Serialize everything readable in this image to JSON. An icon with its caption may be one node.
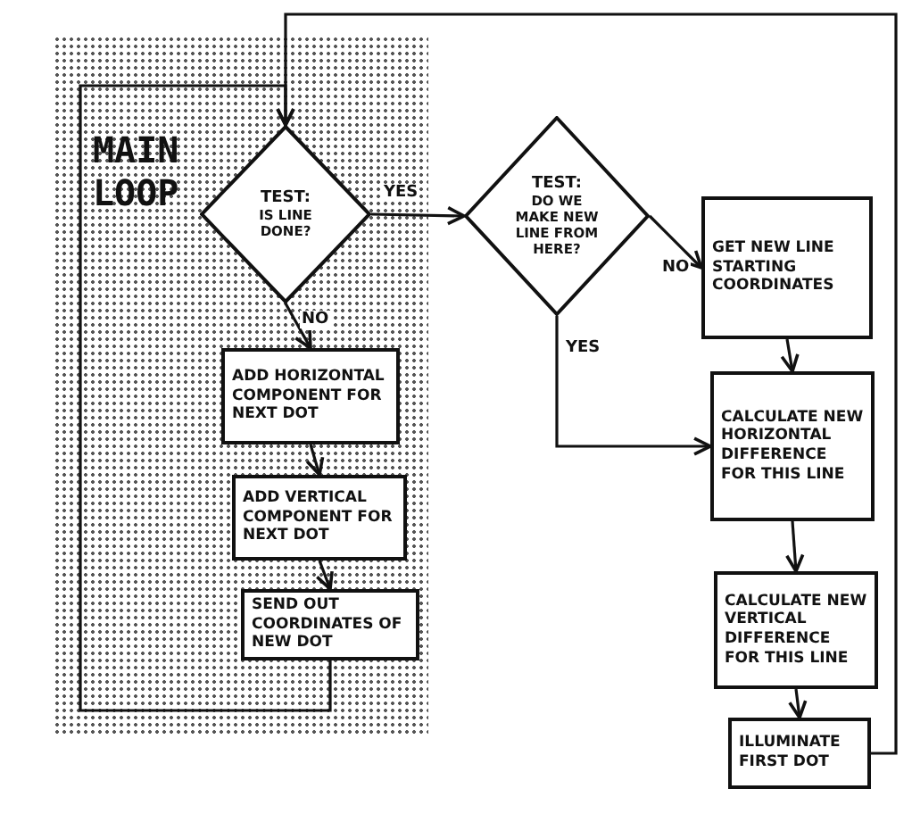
{
  "diagram": {
    "nodes": [
      {
        "text": [
          "MAIN LOOP"
        ]
      },
      {
        "text": [
          "TEST:",
          "IS LINE DONE?"
        ],
        "in": 0
      },
      {
        "text": [
          "ADD HORIZONTAL COMPONENT FOR NEXT DOT"
        ],
        "in": 0
      },
      {
        "text": [
          "ADD VERTICAL COMPONENT FOR NEXT DOT"
        ],
        "in": 0
      },
      {
        "text": [
          "SEND OUT COORDINATES OF NEW DOT"
        ],
        "in": 0
      },
      {
        "text": [
          "TEST:",
          "DO WE MAKE NEW LINE FROM HERE?"
        ]
      },
      {
        "text": [
          "GET NEW LINE STARTING COORDINATES"
        ]
      },
      {
        "text": [
          "CALCULATE NEW HORIZONTAL DIFFERENCE FOR THIS LINE"
        ]
      },
      {
        "text": [
          "CALCULATE NEW VERTICAL DIFFERENCE FOR THIS LINE"
        ]
      },
      {
        "text": [
          "ILLUMINATE FIRST DOT"
        ]
      }
    ],
    "edges": [
      {
        "from": 1,
        "to": 5,
        "arrow": "to",
        "label": "YES"
      },
      {
        "from": 1,
        "to": 2,
        "arrow": "to",
        "label": "NO"
      },
      {
        "from": 2,
        "to": 3,
        "arrow": "to"
      },
      {
        "from": 3,
        "to": 4,
        "arrow": "to"
      },
      {
        "from": 4,
        "to": 1,
        "arrow": "to"
      },
      {
        "from": 5,
        "to": 6,
        "arrow": "to",
        "label": "NO"
      },
      {
        "from": 5,
        "to": 7,
        "arrow": "to",
        "label": "YES"
      },
      {
        "from": 6,
        "to": 7,
        "arrow": "to"
      },
      {
        "from": 7,
        "to": 8,
        "arrow": "to"
      },
      {
        "from": 8,
        "to": 9,
        "arrow": "to"
      },
      {
        "from": 9,
        "to": 1,
        "arrow": "to"
      }
    ]
  }
}
